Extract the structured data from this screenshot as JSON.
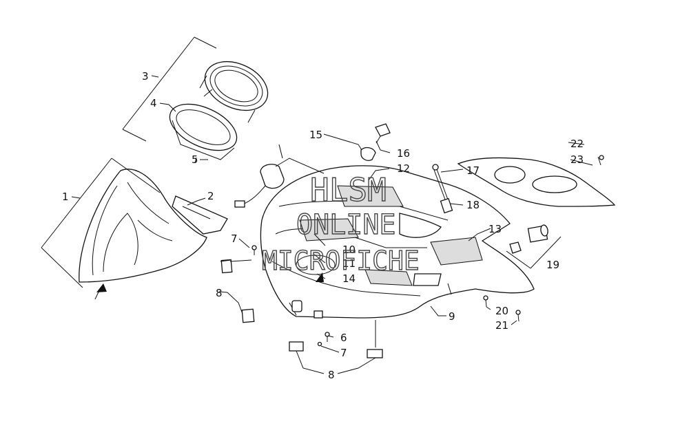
{
  "watermark": {
    "line1": "HLSM",
    "line2": "ONLINE",
    "line3": "MICROFICHE"
  },
  "callouts": [
    {
      "id": "c1",
      "text": "1"
    },
    {
      "id": "c2",
      "text": "2"
    },
    {
      "id": "c3",
      "text": "3"
    },
    {
      "id": "c4",
      "text": "4"
    },
    {
      "id": "c5",
      "text": "5"
    },
    {
      "id": "c6",
      "text": "6"
    },
    {
      "id": "c7a",
      "text": "7"
    },
    {
      "id": "c7b",
      "text": "7"
    },
    {
      "id": "c8a",
      "text": "8"
    },
    {
      "id": "c8b",
      "text": "8"
    },
    {
      "id": "c9",
      "text": "9"
    },
    {
      "id": "c10",
      "text": "10"
    },
    {
      "id": "c11",
      "text": "11"
    },
    {
      "id": "c12",
      "text": "12"
    },
    {
      "id": "c13",
      "text": "13"
    },
    {
      "id": "c14",
      "text": "14"
    },
    {
      "id": "c15",
      "text": "15"
    },
    {
      "id": "c16",
      "text": "16"
    },
    {
      "id": "c17",
      "text": "17"
    },
    {
      "id": "c18",
      "text": "18"
    },
    {
      "id": "c19",
      "text": "19"
    },
    {
      "id": "c20",
      "text": "20"
    },
    {
      "id": "c21",
      "text": "21"
    },
    {
      "id": "c22",
      "text": "22"
    },
    {
      "id": "c23",
      "text": "23"
    }
  ]
}
